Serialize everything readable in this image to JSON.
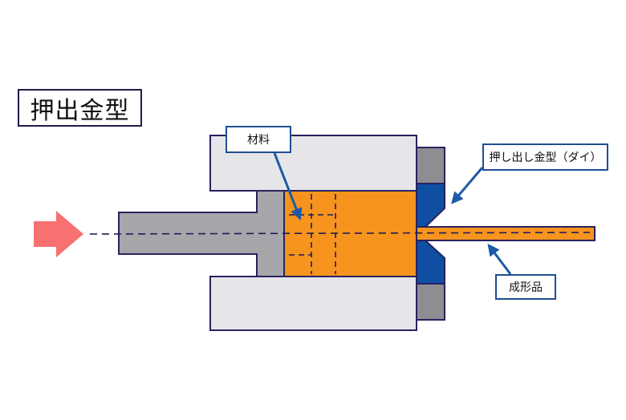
{
  "title": "押出金型",
  "labels": {
    "material": "材料",
    "die": "押し出し金型（ダイ）",
    "product": "成形品"
  },
  "colors": {
    "press_arrow": "#f87171",
    "container": "#e6e6ea",
    "ram": "#a6a6ab",
    "material": "#f7941e",
    "die": "#0f4fa3",
    "die_holder": "#8d8d92",
    "outline": "#27235f",
    "callout_border": "#1f4e91",
    "callout_arrow": "#1d5aa6",
    "centerline": "#1c1c5a"
  },
  "icons": {
    "press_direction": "right-arrow-icon"
  }
}
